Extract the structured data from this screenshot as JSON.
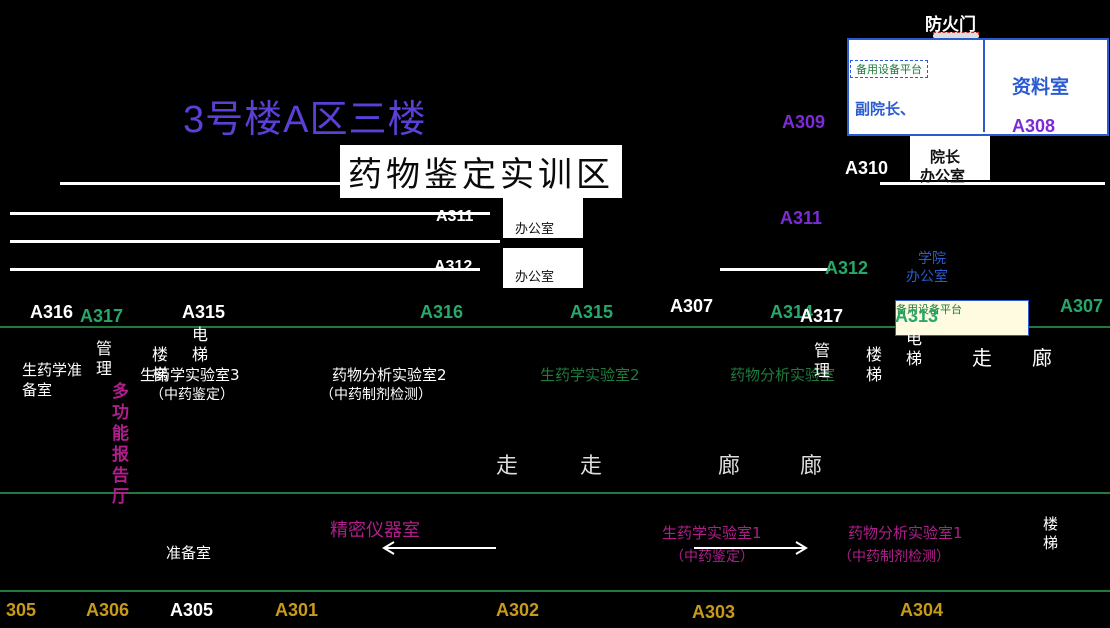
{
  "title": "3号楼A区三楼",
  "subtitle": "药物鉴定实训区",
  "fire_door": "防火门",
  "top_right": {
    "spare_platform_top": "备用设备平台",
    "archive": "资料室",
    "vice_dean": "副院长、",
    "dean": "院长",
    "dean_office": "办公室",
    "college_office_a": "学院",
    "college_office_b": "办公室",
    "spare_platform_bottom": "备用设备平台"
  },
  "room_codes": {
    "a309": "A309",
    "a308": "A308",
    "a310": "A310",
    "a311": "A311",
    "a312": "A312",
    "a313": "A313",
    "a307_right": "A307",
    "a316_left": "A316",
    "a317_left": "A317",
    "a315_small": "A315",
    "a316_mid": "A316",
    "a315_mid": "A315",
    "a307_mid": "A307",
    "a314": "A314",
    "a317_right": "A317",
    "a305_edge": "305",
    "a306": "A306",
    "a305": "A305",
    "a301": "A301",
    "a302": "A302",
    "a303": "A303",
    "a304": "A304"
  },
  "middle_left": {
    "small_office": "办公室",
    "small_office2": "办公室"
  },
  "rooms_upper": {
    "pharmacognosy_office": "生药学准备室",
    "pharmacognosy_lab3": "生药学实验室3",
    "pharmacognosy_lab3_sub": "（中药鉴定）",
    "drug_analysis_lab2": "药物分析实验室2",
    "drug_analysis_lab2_sub": "（中药制剂检测）",
    "pharmacognosy_lab2": "生药学实验室2",
    "drug_analysis_lab": "药物分析实验室",
    "multi_hall": "多功能报告厅",
    "management": "管理",
    "stairs": "楼梯",
    "elevator": "电梯",
    "corridor": "走廊"
  },
  "rooms_lower": {
    "precision_instrument": "精密仪器室",
    "pharmacognosy_lab1": "生药学实验室1",
    "pharmacognosy_lab1_sub": "（中药鉴定）",
    "drug_analysis_lab1": "药物分析实验室1",
    "drug_analysis_lab1_sub": "（中药制剂检测）",
    "prep_room": "准备室",
    "stairs": "楼梯"
  },
  "corridor_main": {
    "c1": "走",
    "c2": "走",
    "c3": "廊",
    "c4": "廊"
  }
}
